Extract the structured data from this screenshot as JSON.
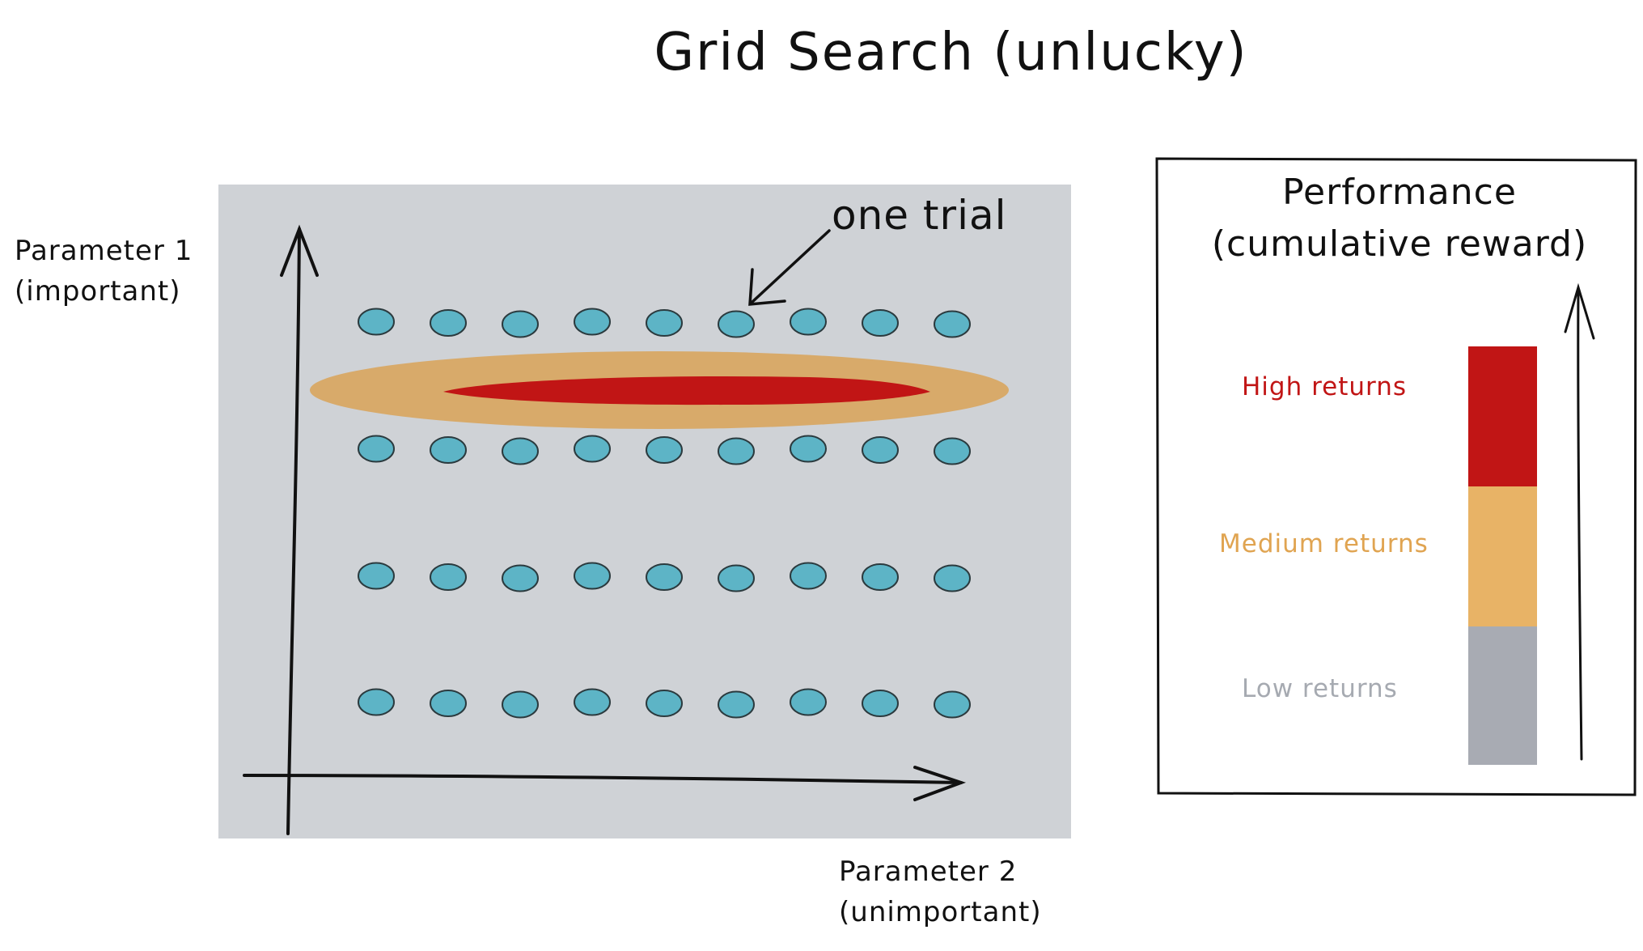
{
  "title": "Grid Search (unlucky)",
  "y_axis": {
    "line1": "Parameter 1",
    "line2": "(important)"
  },
  "x_axis": {
    "line1": "Parameter 2",
    "line2": "(unimportant)"
  },
  "annotation": "one trial",
  "grid": {
    "columns": 9,
    "rows": 4
  },
  "legend": {
    "title_line1": "Performance",
    "title_line2": "(cumulative reward)",
    "items": [
      {
        "label": "High returns",
        "color": "#c11515"
      },
      {
        "label": "Medium returns",
        "color": "#e8b366"
      },
      {
        "label": "Low returns",
        "color": "#a8abb3"
      }
    ]
  },
  "colors": {
    "plot_background": "#cfd2d6",
    "trial_point": "#5db4c6",
    "outer_region": "#d8aa6a",
    "inner_region": "#c11515"
  }
}
